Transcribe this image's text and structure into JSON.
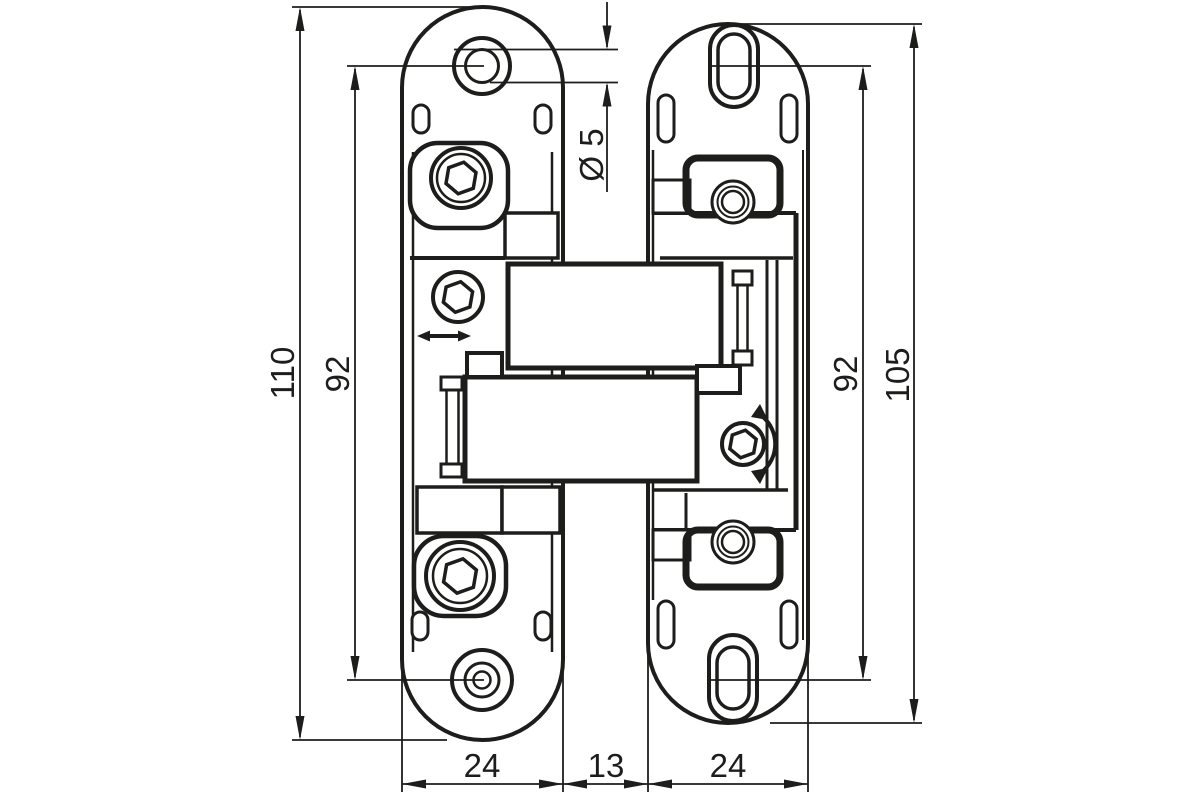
{
  "drawing": {
    "subject": "concealed-door-hinge-front-view-technical-drawing",
    "background": "#ffffff",
    "line_color": "#1d1d1b",
    "dims": {
      "left_total": "110",
      "left_holes": "92",
      "hole_dia": "Ø 5",
      "right_holes": "92",
      "right_total": "105",
      "bottom_left_plate": "24",
      "bottom_gap": "13",
      "bottom_right_plate": "24"
    }
  }
}
